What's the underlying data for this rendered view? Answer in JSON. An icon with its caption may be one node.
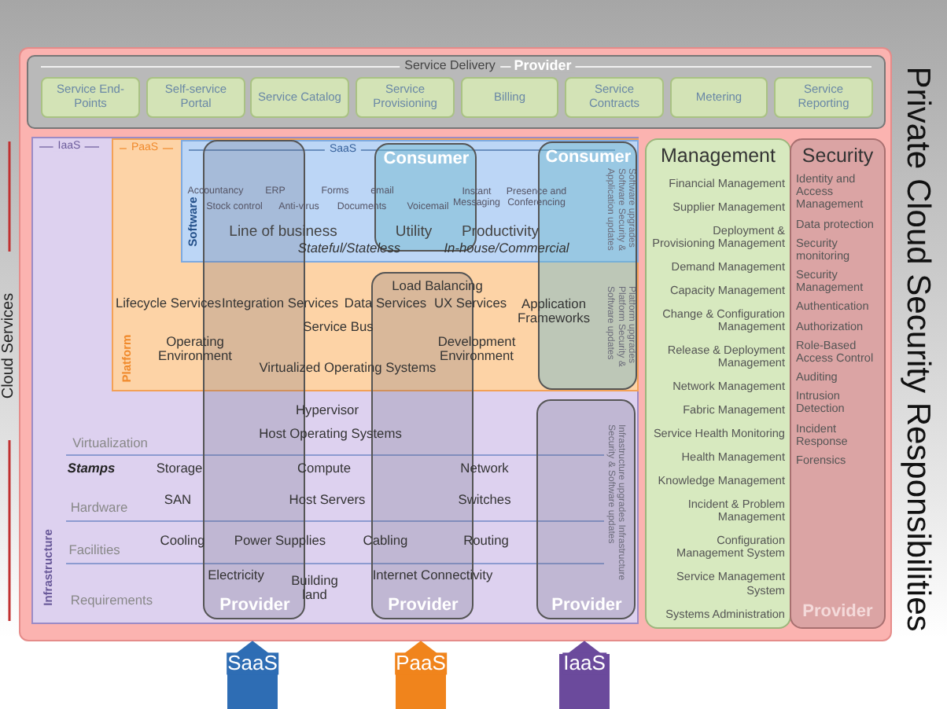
{
  "diagram": {
    "title": "Private Cloud Security Responsibilities",
    "nodes": [
      {
        "text": [
          "Service Delivery"
        ]
      },
      {
        "text": [
          "Service End-Points"
        ],
        "in": 0
      },
      {
        "text": [
          "Self-service Portal"
        ],
        "in": 0
      },
      {
        "text": [
          "Service Catalog"
        ],
        "in": 0
      },
      {
        "text": [
          "Service Provisioning"
        ],
        "in": 0
      },
      {
        "text": [
          "Billing"
        ],
        "in": 0
      },
      {
        "text": [
          "Service Contracts"
        ],
        "in": 0
      },
      {
        "text": [
          "Metering"
        ],
        "in": 0
      },
      {
        "text": [
          "Service Reporting"
        ],
        "in": 0
      },
      {
        "text": [
          "IaaS",
          "Infrastructure"
        ]
      },
      {
        "text": [
          "PaaS",
          "Platform"
        ],
        "in": 9
      },
      {
        "text": [
          "SaaS",
          "Software"
        ],
        "in": 10
      },
      {
        "text": [
          "Provider"
        ],
        "in": 9
      },
      {
        "text": [
          "Consumer"
        ],
        "in": 11
      },
      {
        "text": [
          "Provider"
        ],
        "in": 9
      },
      {
        "text": [
          "Consumer",
          "Software upgrades Software Security & Application updates",
          "Platform upgrades Platform Security & Software updates"
        ],
        "in": 10
      },
      {
        "text": [
          "Infrastructure upgrades Infrastructure Security & Software updates",
          "Provider"
        ],
        "in": 9
      },
      {
        "text": [
          "Management",
          "Financial Management",
          "Supplier Management",
          "Deployment & Provisioning Management",
          "Demand Management",
          "Capacity Management",
          "Change & Configuration Management",
          "Release & Deployment Management",
          "Network Management",
          "Fabric Management",
          "Service Health Monitoring",
          "Health Management",
          "Knowledge Management",
          "Incident & Problem Management",
          "Configuration Management System",
          "Service Management System",
          "Systems Administration"
        ]
      },
      {
        "text": [
          "Security",
          "Identity and Access Management",
          "Data protection",
          "Security monitoring",
          "Security Management",
          "Authentication",
          "Authorization",
          "Role-Based Access Control",
          "Auditing",
          "Intrusion Detection",
          "Incident Response",
          "Forensics",
          "Provider"
        ]
      }
    ],
    "edges": [
      {
        "from": null,
        "to": 12,
        "arrow": "to",
        "label": "SaaS",
        "color": "#2e6db4"
      },
      {
        "from": null,
        "to": 14,
        "arrow": "to",
        "label": "PaaS",
        "color": "#f0841c"
      },
      {
        "from": null,
        "to": 16,
        "arrow": "to",
        "label": "IaaS",
        "color": "#6b4a9c"
      }
    ],
    "labels": [
      "Provider",
      "Cloud Services",
      "Accountancy",
      "ERP",
      "Forms",
      "email",
      "Instant Messaging",
      "Presence and Conferencing",
      "Stock control",
      "Anti-virus",
      "Documents",
      "Voicemail",
      "Line of business",
      "Utility",
      "Productivity",
      "Stateful/Stateless",
      "In-house/Commercial",
      "Load Balancing",
      "Lifecycle Services",
      "Integration Services",
      "Data Services",
      "UX Services",
      "Application Frameworks",
      "Service Bus",
      "Operating Environment",
      "Development Environment",
      "Virtualized Operating Systems",
      "Hypervisor",
      "Host Operating Systems",
      "Virtualization",
      "Stamps",
      "Storage",
      "Compute",
      "Network",
      "SAN",
      "Host Servers",
      "Switches",
      "Hardware",
      "Cooling",
      "Power Supplies",
      "Cabling",
      "Routing",
      "Facilities",
      "Electricity",
      "Internet Connectivity",
      "Building land",
      "Requirements"
    ]
  }
}
